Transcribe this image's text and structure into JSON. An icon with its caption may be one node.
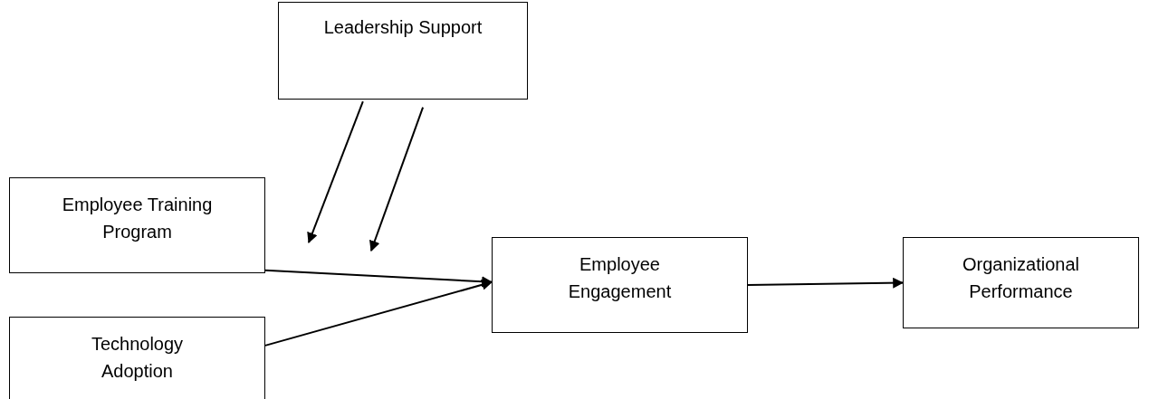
{
  "diagram": {
    "nodes": [
      {
        "text": [
          "Leadership Support"
        ]
      },
      {
        "text": [
          "Employee Training Program"
        ]
      },
      {
        "text": [
          "Technology Adoption"
        ]
      },
      {
        "text": [
          "Employee Engagement"
        ]
      },
      {
        "text": [
          "Organizational Performance"
        ]
      }
    ],
    "edges": [
      {
        "from": 1,
        "to": 3,
        "arrow": "to"
      },
      {
        "from": 2,
        "to": 3,
        "arrow": "to"
      },
      {
        "from": 3,
        "to": 4,
        "arrow": "to"
      },
      {
        "from": 0,
        "to": null,
        "arrow": "to"
      },
      {
        "from": 0,
        "to": null,
        "arrow": "to"
      }
    ]
  }
}
